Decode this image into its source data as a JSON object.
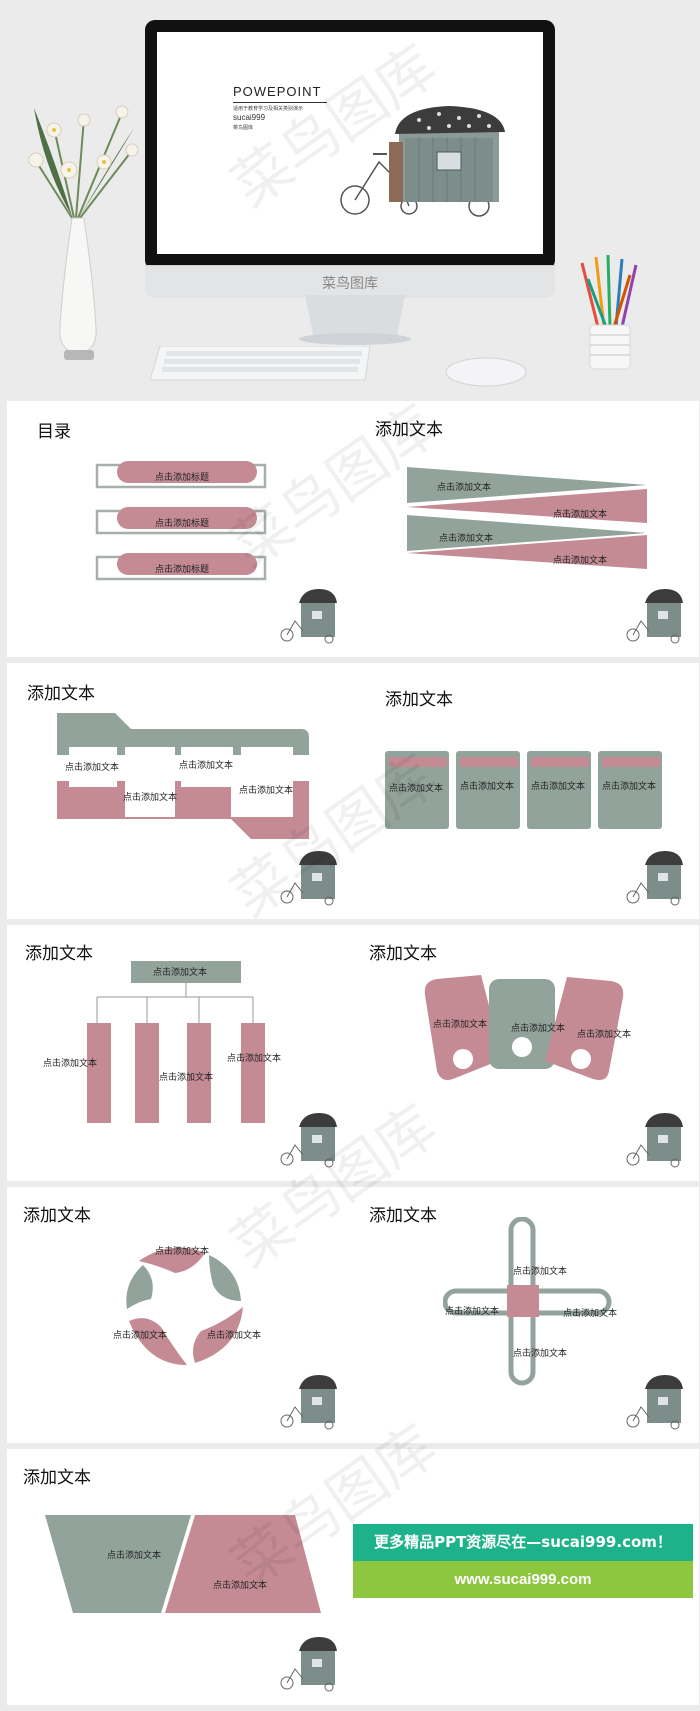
{
  "hero": {
    "title": "POWEPOINT",
    "subtitle": "适用于教育学习及相关类别演示",
    "site": "sucai999",
    "brand": "菜鸟图库",
    "monitor_brand": "菜鸟图库"
  },
  "watermark": "菜鸟图库",
  "slides": {
    "toc": {
      "title": "目录",
      "items": [
        "点击添加标题",
        "点击添加标题",
        "点击添加标题"
      ]
    },
    "s2": {
      "title": "添加文本",
      "labels": [
        "点击添加文本",
        "点击添加文本",
        "点击添加文本",
        "点击添加文本"
      ]
    },
    "s3": {
      "title": "添加文本",
      "labels": [
        "点击添加文本",
        "点击添加文本",
        "点击添加文本",
        "点击添加文本"
      ]
    },
    "s4": {
      "title": "添加文本",
      "labels": [
        "点击添加文本",
        "点击添加文本",
        "点击添加文本",
        "点击添加文本"
      ]
    },
    "s5": {
      "title": "添加文本",
      "top": "点击添加文本",
      "labels": [
        "点击添加文本",
        "点击添加文本",
        "点击添加文本"
      ]
    },
    "s6": {
      "title": "添加文本",
      "labels": [
        "点击添加文本",
        "点击添加文本",
        "点击添加文本"
      ]
    },
    "s7": {
      "title": "添加文本",
      "labels": [
        "点击添加文本",
        "点击添加文本",
        "点击添加文本"
      ]
    },
    "s8": {
      "title": "添加文本",
      "labels": [
        "点击添加文本",
        "点击添加文本",
        "点击添加文本",
        "点击添加文本"
      ]
    },
    "s9": {
      "title": "添加文本",
      "labels": [
        "点击添加文本",
        "点击添加文本"
      ]
    }
  },
  "promo": {
    "line1": "更多精品PPT资源尽在—sucai999.com！",
    "line2": "www.sucai999.com"
  },
  "colors": {
    "pink": "#c48b95",
    "gray": "#92a39b",
    "teal": "#1db28a",
    "green": "#8dc63f"
  }
}
